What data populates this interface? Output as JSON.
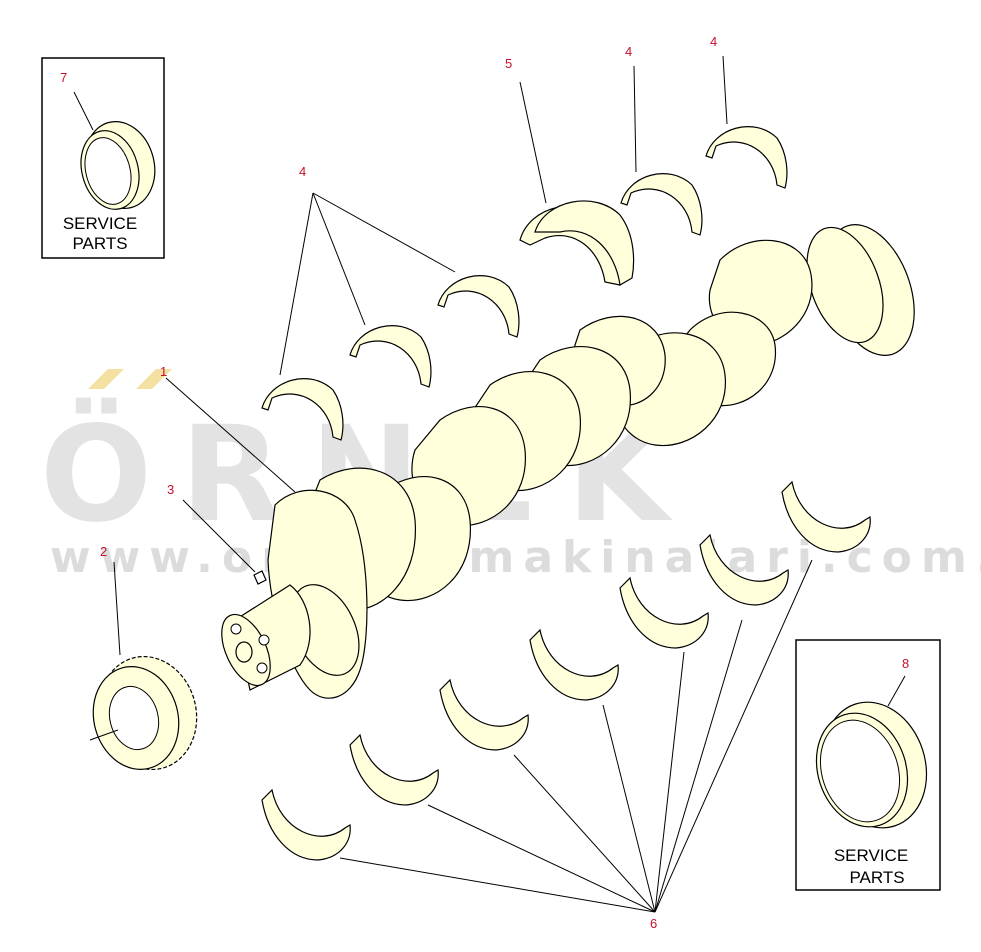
{
  "watermark": {
    "brand": "ÖRNEK",
    "url": "www.ornekismakinalari.com.tr",
    "accent_color": "#f4e0a0"
  },
  "service_box_a": {
    "line1": "SERVICE",
    "line2": "PARTS"
  },
  "service_box_b": {
    "line1": "SERVICE",
    "line2": "PARTS"
  },
  "callouts": {
    "c1": "1",
    "c2": "2",
    "c3": "3",
    "c4a": "4",
    "c4b": "4",
    "c4c": "4",
    "c5": "5",
    "c6": "6",
    "c7": "7",
    "c8": "8"
  },
  "colors": {
    "part_fill": "#ffffdc",
    "callout_text": "#c8102e",
    "outline": "#000000"
  }
}
